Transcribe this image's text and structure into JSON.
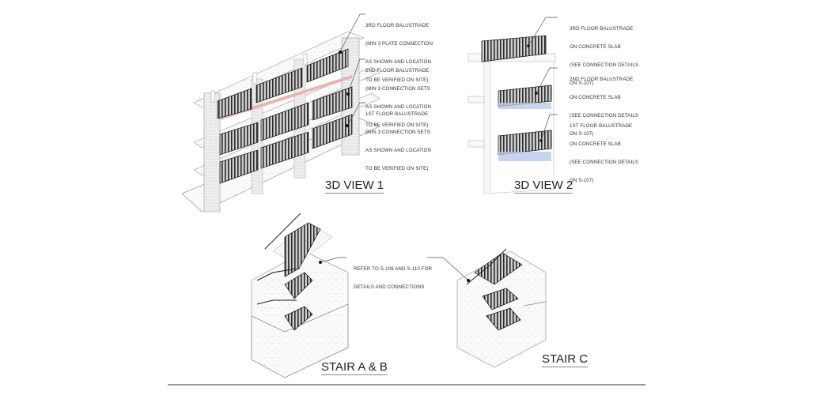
{
  "views": {
    "view1": {
      "title": "3D VIEW 1",
      "notes": [
        {
          "lines": [
            "3RD FLOOR BALUSTRADE",
            "(MIN 3 PLATE CONNECTION",
            "AS SHOWN AND LOCATION",
            "TO BE VERIFIED ON SITE)"
          ]
        },
        {
          "lines": [
            "2ND FLOOR BALUSTRADE",
            "(MIN 3 CONNECTION SETS",
            "AS SHOWN AND LOCATION",
            "TO BE VERIFIED ON SITE)"
          ]
        },
        {
          "lines": [
            "1ST FLOOR BALUSTRADE",
            "(MIN 3 CONNECTION SETS",
            "AS SHOWN AND LOCATION",
            "TO BE VERIFIED ON SITE)"
          ]
        }
      ]
    },
    "view2": {
      "title": "3D VIEW 2",
      "notes": [
        {
          "lines": [
            "3RD FLOOR BALUSTRADE",
            "ON CONCRETE SLAB",
            "(SEE CONNECTION DETAILS",
            "ON S-107)"
          ]
        },
        {
          "lines": [
            "2ND FLOOR BALUSTRADE",
            "ON CONCRETE SLAB",
            "(SEE CONNECTION DETAILS",
            "ON S-107)"
          ]
        },
        {
          "lines": [
            "1ST FLOOR BALUSTRADE",
            "ON CONCRETE SLAB",
            "(SEE CONNECTION DETAILS",
            "ON S-107)"
          ]
        }
      ]
    },
    "stair_ab": {
      "title": "STAIR A & B"
    },
    "stair_c": {
      "title": "STAIR C"
    },
    "stair_note": {
      "lines": [
        "REFER TO S-109 AND S-110 FOR",
        "DETAILS AND CONNECTIONS"
      ]
    }
  },
  "colors": {
    "line": "#8a8a8a",
    "rail": "#2b2b2b",
    "beam_highlight": "#e8b4b0",
    "plate_highlight": "#b9c9e8",
    "green_line": "#6cc46c"
  }
}
